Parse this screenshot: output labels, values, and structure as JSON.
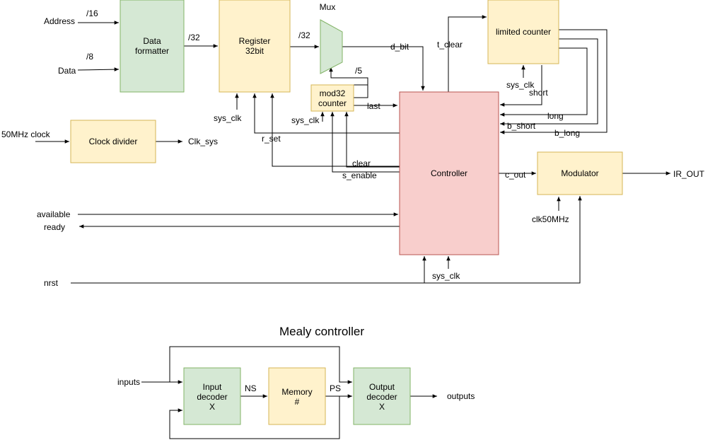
{
  "colors": {
    "yellow_fill": "#fff2cc",
    "yellow_stroke": "#d6b656",
    "green_fill": "#d5e8d4",
    "green_stroke": "#82b366",
    "red_fill": "#f8cecc",
    "red_stroke": "#b85450"
  },
  "blocks": {
    "data_formatter": [
      "Data",
      "formatter"
    ],
    "register": [
      "Register",
      "32bit"
    ],
    "mux": "Mux",
    "mod32_counter": [
      "mod32",
      "counter"
    ],
    "clock_divider": "Clock divider",
    "limited_counter": "limited counter",
    "controller": "Controller",
    "modulator": "Modulator"
  },
  "signals": {
    "address": "Address",
    "address_width": "/16",
    "data": "Data",
    "data_width": "/8",
    "formatter_out_width": "/32",
    "register_out_width": "/32",
    "mod32_to_mux_width": "/5",
    "d_bit": "d_bit",
    "t_clear": "t_clear",
    "last": "last",
    "sys_clk": "sys_clk",
    "r_set": "r_set",
    "clear": "clear",
    "s_enable": "s_enable",
    "clk_in": "50MHz clock",
    "clk_sys": "Clk_sys",
    "short": "short",
    "long": "long",
    "b_short": "b_short",
    "b_long": "b_long",
    "c_out": "c_out",
    "ir_out": "IR_OUT",
    "clk50mhz": "clk50MHz",
    "available": "available",
    "ready": "ready",
    "nrst": "nrst"
  },
  "mealy": {
    "title": "Mealy controller",
    "input_decoder": [
      "Input",
      "decoder",
      "X"
    ],
    "memory": [
      "Memory",
      "#"
    ],
    "output_decoder": [
      "Output",
      "decoder",
      "X"
    ],
    "inputs": "inputs",
    "outputs": "outputs",
    "ns": "NS",
    "ps": "PS"
  }
}
